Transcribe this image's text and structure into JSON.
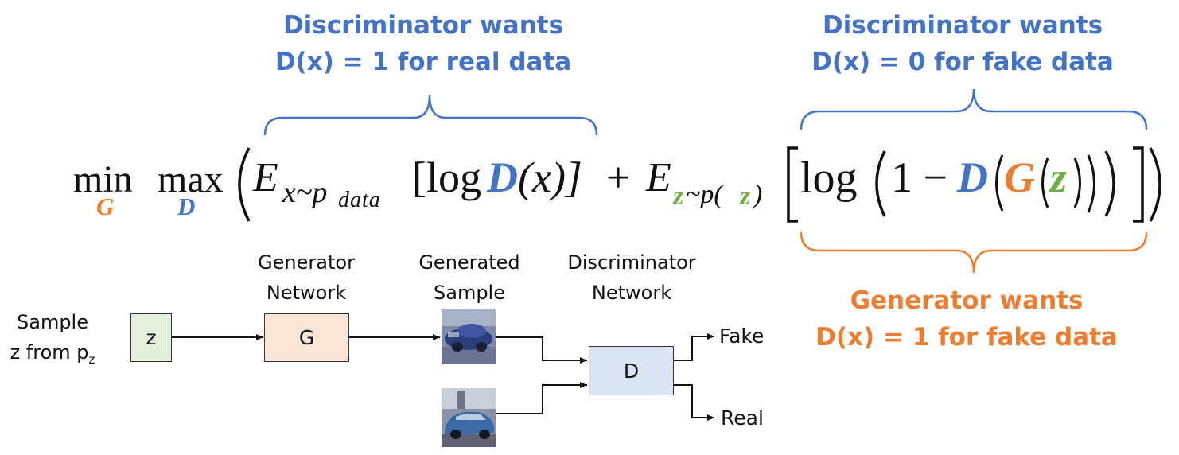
{
  "annotations": {
    "disc_real": {
      "line1": "Discriminator wants",
      "line2": "D(x) = 1 for real data"
    },
    "disc_fake": {
      "line1": "Discriminator wants",
      "line2": "D(x) = 0 for fake data"
    },
    "gen": {
      "line1": "Generator wants",
      "line2": "D(x) = 1 for fake data"
    }
  },
  "equation": {
    "min": "min",
    "min_sub": "G",
    "max": "max",
    "max_sub": "D",
    "E": "E",
    "sub1": "x~p",
    "sub1_data": "data",
    "log1": "[log",
    "D": "D",
    "paren_x": "(x)]",
    "plus": "+",
    "sub2_z": "z",
    "sub2_mid": "~p(",
    "sub2_close": ")",
    "log2": "log",
    "one_minus": "1 −",
    "G": "G",
    "z": "z"
  },
  "diagram": {
    "sample_label_line1": "Sample",
    "sample_label_line2": "z from p",
    "sample_label_sub": "z",
    "z_box": "z",
    "generator_label_line1": "Generator",
    "generator_label_line2": "Network",
    "G_box": "G",
    "generated_label_line1": "Generated",
    "generated_label_line2": "Sample",
    "discriminator_label_line1": "Discriminator",
    "discriminator_label_line2": "Network",
    "D_box": "D",
    "out_fake": "Fake",
    "out_real": "Real"
  },
  "colors": {
    "blue": "#4472c4",
    "orange": "#ed7d31",
    "green": "#70ad47",
    "z_box_fill": "#e2efda",
    "G_box_fill": "#fbe5d6",
    "D_box_fill": "#dae3f3"
  }
}
